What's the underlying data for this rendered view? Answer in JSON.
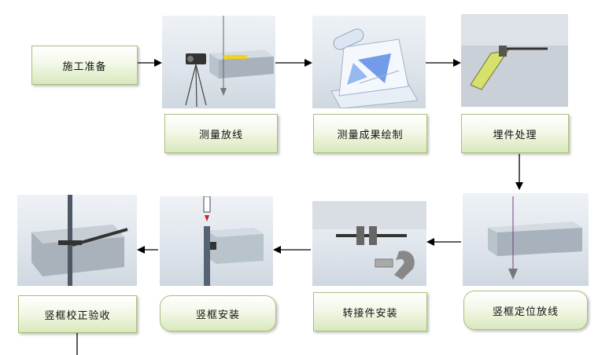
{
  "steps": {
    "s1": "施工准备",
    "s2": "测量放线",
    "s3": "测量成果绘制",
    "s4": "埋件处理",
    "s5": "竖框定位放线",
    "s6": "转接件安装",
    "s7": "竖框安装",
    "s8": "竖框校正验收"
  },
  "colors": {
    "box_border": "#a9c07a",
    "box_fill_bottom": "#d9e8bd",
    "arrow": "#000000"
  }
}
